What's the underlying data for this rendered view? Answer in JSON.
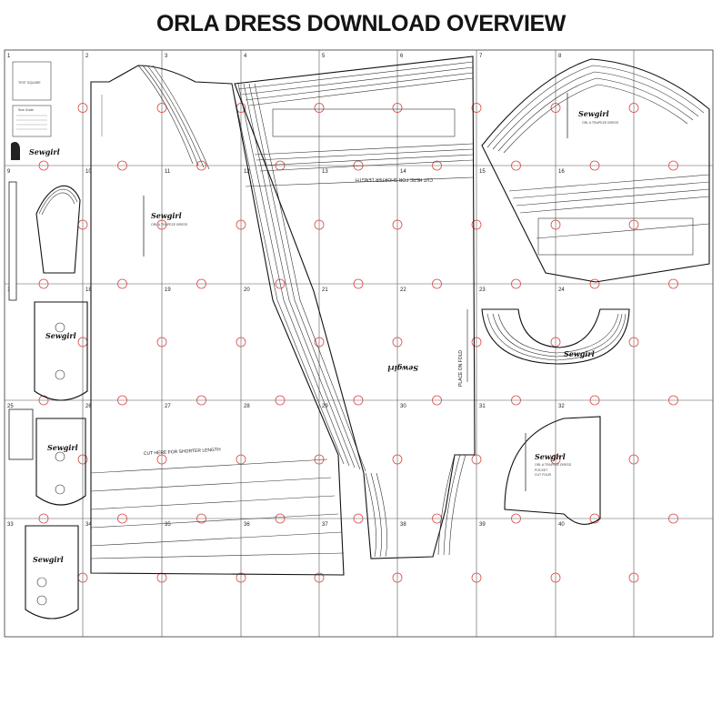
{
  "title": "ORLA DRESS DOWNLOAD OVERVIEW",
  "brand": "Sewgirl",
  "labels": {
    "place_on_fold": "PLACE ON FOLD",
    "cut_here_shorter": "CUT HERE FOR SHORTER LENGTH",
    "piece_name": "ORL A TRAPEZE DRESS",
    "pocket": "POCKET",
    "cut_four": "CUT FOUR",
    "size_guide": "Size Guide",
    "test_square": "TEST SQUARE"
  },
  "cell_numbers": [
    "1",
    "2",
    "3",
    "4",
    "5",
    "6",
    "7",
    "8",
    "9",
    "10",
    "11",
    "12",
    "13",
    "14",
    "15",
    "16",
    "17",
    "18",
    "19",
    "20",
    "21",
    "22",
    "23",
    "24",
    "25",
    "26",
    "27",
    "28",
    "29",
    "30",
    "31",
    "32",
    "33",
    "34",
    "35",
    "36",
    "37",
    "38",
    "39",
    "40"
  ]
}
